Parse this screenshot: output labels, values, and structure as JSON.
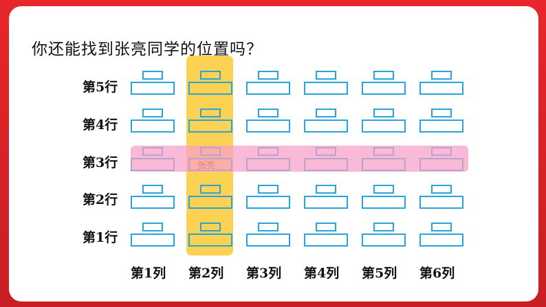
{
  "question": "你还能找到张亮同学的位置吗？",
  "row_labels": [
    "第5行",
    "第4行",
    "第3行",
    "第2行",
    "第1行"
  ],
  "col_labels": [
    "第1列",
    "第2列",
    "第3列",
    "第4列",
    "第5列",
    "第6列"
  ],
  "highlight": {
    "row": "第3行",
    "column": "第2列",
    "column_color": "#fdd253",
    "row_color": "#f6a0c8"
  },
  "target_student": "张亮",
  "colors": {
    "background": "#e02328",
    "seat_outline": "#27a4dc"
  }
}
